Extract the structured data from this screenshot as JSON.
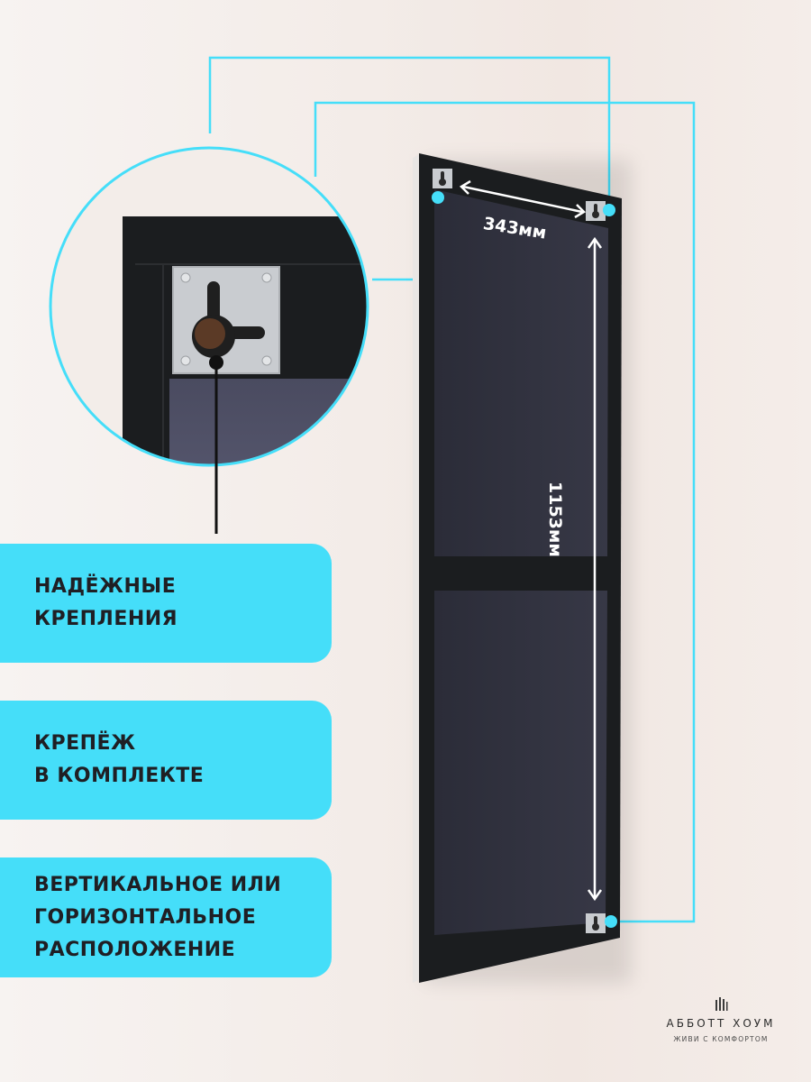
{
  "dimensions": {
    "width_label": "343мм",
    "height_label": "1153мм"
  },
  "features": [
    {
      "lines": [
        "НАДЁЖНЫЕ",
        "КРЕПЛЕНИЯ"
      ]
    },
    {
      "lines": [
        "КРЕПЁЖ",
        "В КОМПЛЕКТЕ"
      ]
    },
    {
      "lines": [
        "ВЕРТИКАЛЬНОЕ ИЛИ",
        "ГОРИЗОНТАЛЬНОЕ",
        "РАСПОЛОЖЕНИЕ"
      ]
    }
  ],
  "brand": {
    "name": "АББОТТ ХОУМ",
    "slogan": "ЖИВИ С КОМФОРТОМ",
    "icon": "building-logo-icon"
  },
  "colors": {
    "accent": "#45def9",
    "frame": "#1b1d1f",
    "glass": "#2e2f3a",
    "bracket": "#c9ccd0"
  },
  "icons": [
    "bracket-icon",
    "zoom-callout-icon",
    "double-arrow-icon"
  ]
}
